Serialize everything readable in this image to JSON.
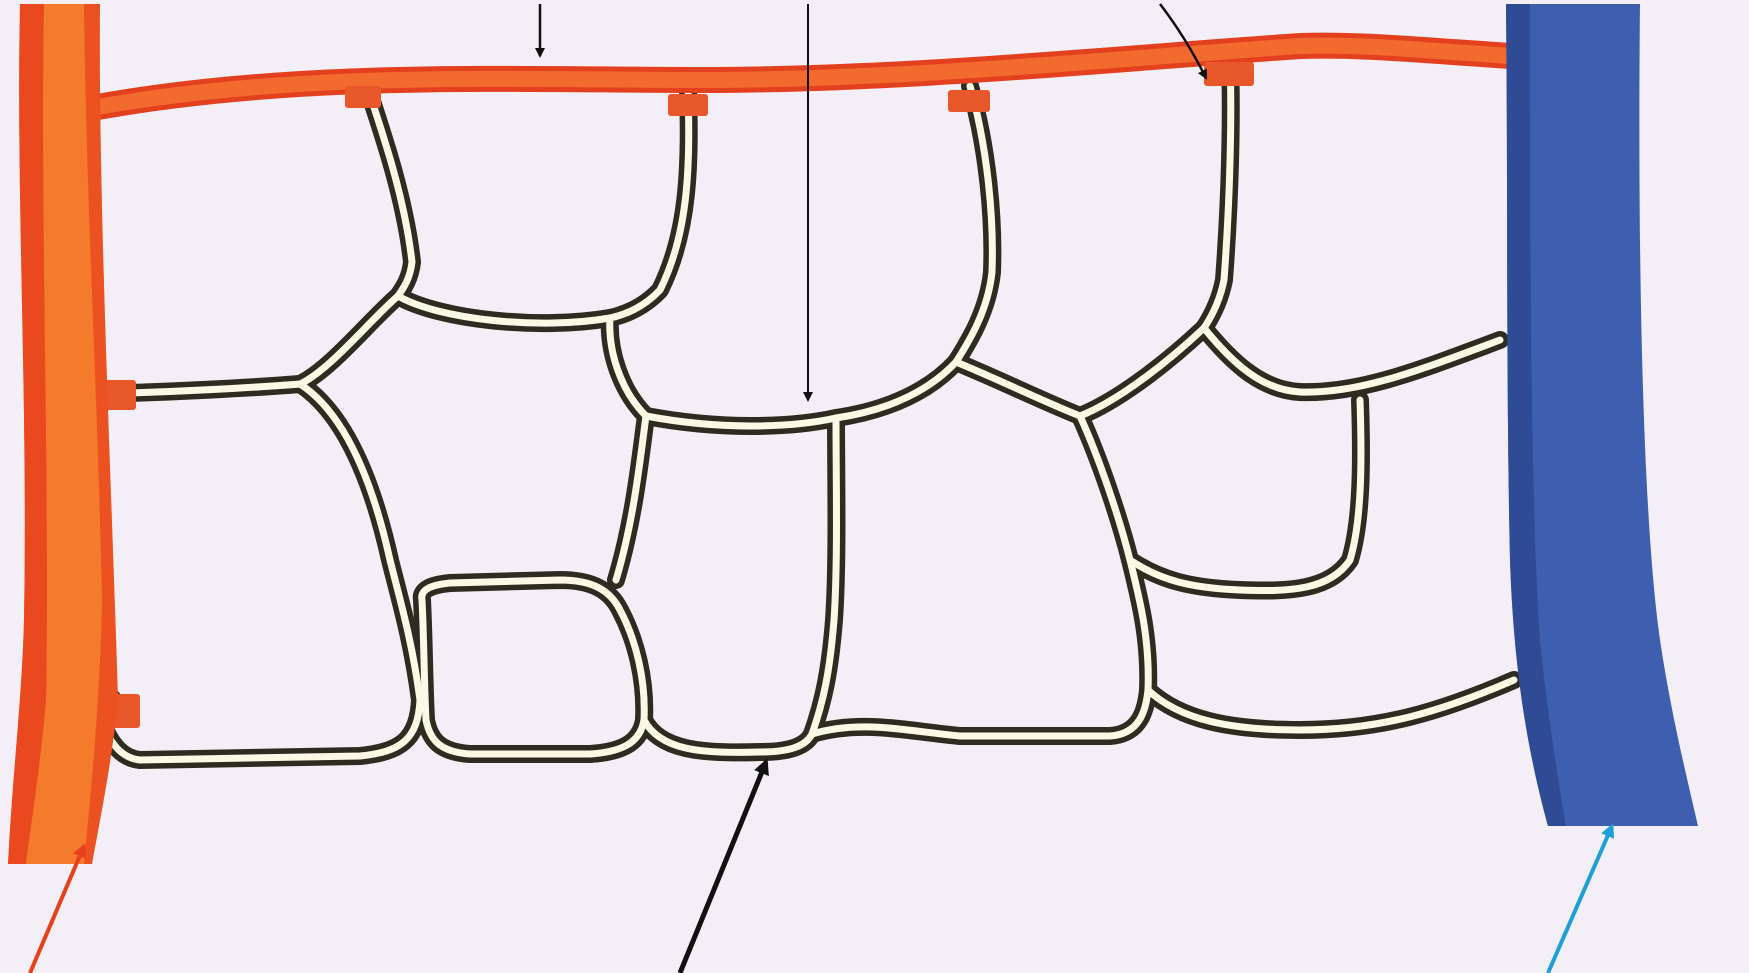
{
  "diagram": {
    "colors": {
      "background": "#f4eff6",
      "arteriole": "#f26a2e",
      "arteriole_dark": "#e2401f",
      "venule": "#3e5fb0",
      "venule_dark": "#2c468f",
      "capillary_wall": "#2c2d20",
      "capillary_lumen": "#fbf8e6",
      "sphincter": "#e8582a",
      "arrow_red": "#e8401c",
      "arrow_black": "#111111",
      "arrow_blue": "#1f9ed8"
    },
    "components": [
      {
        "key": "arteriole",
        "icon": "arteriole-vessel"
      },
      {
        "key": "metarteriole",
        "icon": "thoroughfare-channel"
      },
      {
        "key": "capillary-network",
        "icon": "capillary-bed"
      },
      {
        "key": "precapillary-sphincters",
        "icon": "sphincter-cuff"
      },
      {
        "key": "venule",
        "icon": "venule-vessel"
      }
    ],
    "pointers": [
      {
        "target": "precapillary-sphincter",
        "color": "#111111"
      },
      {
        "target": "capillary",
        "color": "#111111"
      },
      {
        "target": "sphincter-right",
        "color": "#111111"
      },
      {
        "target": "arteriole",
        "color": "#e8401c"
      },
      {
        "target": "true-capillary",
        "color": "#111111"
      },
      {
        "target": "venule",
        "color": "#1f9ed8"
      }
    ]
  }
}
